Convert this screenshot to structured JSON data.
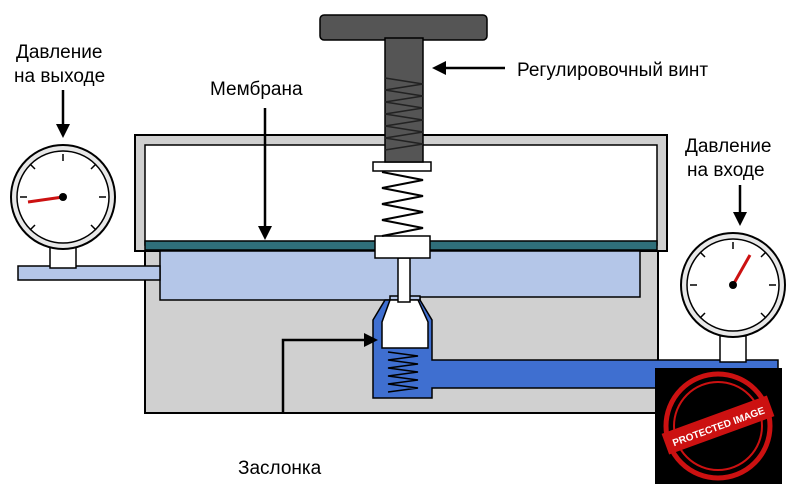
{
  "labels": {
    "outlet_pressure_line1": "Давление",
    "outlet_pressure_line2": "на выходе",
    "membrane": "Мембрана",
    "adjusting_screw": "Регулировочный винт",
    "inlet_pressure_line1": "Давление",
    "inlet_pressure_line2": "на входе",
    "valve": "Заслонка"
  },
  "watermark": {
    "text": "PROTECTED IMAGE"
  },
  "gauges": {
    "outlet_needle_color": "#cc1111",
    "inlet_needle_color": "#cc1111"
  },
  "colors": {
    "body_gray": "#d0d0d0",
    "low_pressure_blue": "#b4c6e8",
    "high_pressure_blue": "#3f6fd0",
    "membrane_teal": "#2f6f7a",
    "screw_dark": "#555555"
  }
}
